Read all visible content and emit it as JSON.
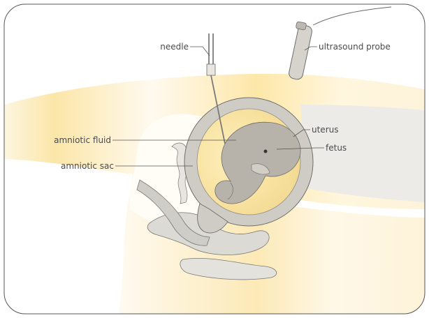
{
  "diagram": {
    "labels": {
      "needle": "needle",
      "ultrasound_probe": "ultrasound probe",
      "amniotic_fluid": "amniotic fluid",
      "uterus": "uterus",
      "fetus": "fetus",
      "amniotic_sac": "amniotic sac"
    }
  }
}
